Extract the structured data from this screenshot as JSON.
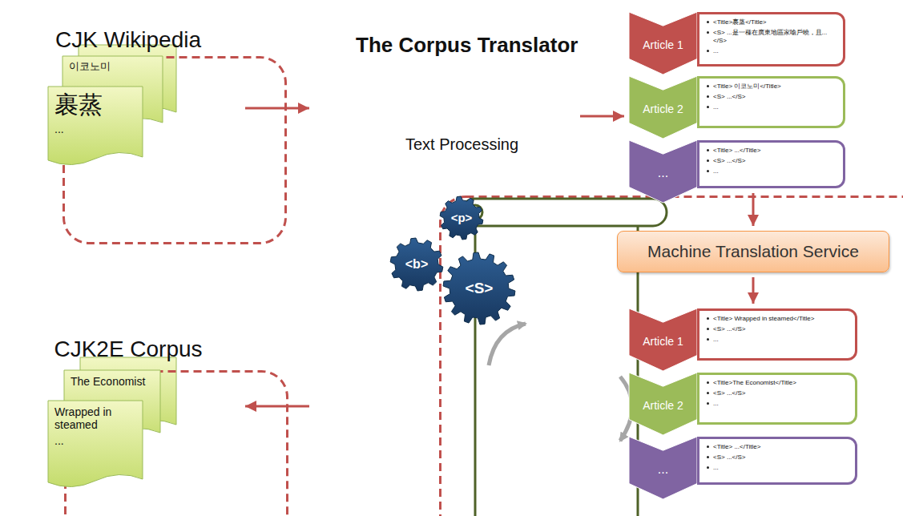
{
  "diagram": {
    "nodes": [
      {
        "text": [
          "CJK Wikipedia"
        ]
      },
      {
        "text": [
          "이코노미"
        ],
        "in": 0
      },
      {
        "text": [
          "裹蒸",
          "..."
        ],
        "in": 0
      },
      {
        "text": [
          "The Corpus Translator"
        ]
      },
      {
        "text": [
          "Text Processing"
        ],
        "in": 3
      },
      {
        "text": [
          "<p>"
        ],
        "in": 4
      },
      {
        "text": [
          "<b>"
        ],
        "in": 4
      },
      {
        "text": [
          "<S>"
        ],
        "in": 4
      },
      {
        "text": [
          "Article 1"
        ],
        "in": 3
      },
      {
        "text": [
          "<Title>裹蒸</Title>",
          "<S> ...是一種在廣東地區家喻戶曉，且...</S>",
          "..."
        ],
        "in": 3
      },
      {
        "text": [
          "Article 2"
        ],
        "in": 3
      },
      {
        "text": [
          "<Title> 이코노미</Title>",
          "<S> ...</S>",
          "..."
        ],
        "in": 3
      },
      {
        "text": [
          "..."
        ],
        "in": 3
      },
      {
        "text": [
          "<Title> ...</Title>",
          "<S> ...</S>",
          "..."
        ],
        "in": 3
      },
      {
        "text": [
          "Machine Translation Service"
        ],
        "in": 3
      },
      {
        "text": [
          "Article 1"
        ],
        "in": 3
      },
      {
        "text": [
          "<Title> Wrapped in steamed</Title>",
          "<S> ...</S>",
          "..."
        ],
        "in": 3
      },
      {
        "text": [
          "Article 2"
        ],
        "in": 3
      },
      {
        "text": [
          "<Title>The Economist</Title>",
          "<S> ...</S>",
          "..."
        ],
        "in": 3
      },
      {
        "text": [
          "..."
        ],
        "in": 3
      },
      {
        "text": [
          "<Title> ...</Title>",
          "<S> ...</S>",
          "..."
        ],
        "in": 3
      },
      {
        "text": [
          "CJK2E Corpus"
        ]
      },
      {
        "text": [
          "The Economist"
        ],
        "in": 21
      },
      {
        "text": [
          "Wrapped in steamed",
          "..."
        ],
        "in": 21
      }
    ],
    "edges": [
      {
        "from": 0,
        "to": 3,
        "arrow": "to"
      },
      {
        "from": 4,
        "to": 10,
        "arrow": "to"
      },
      {
        "from": 13,
        "to": 14,
        "arrow": "to"
      },
      {
        "from": 14,
        "to": 16,
        "arrow": "to"
      },
      {
        "from": 17,
        "to": 4,
        "arrow": "to"
      },
      {
        "from": 3,
        "to": 21,
        "arrow": "to"
      }
    ]
  }
}
